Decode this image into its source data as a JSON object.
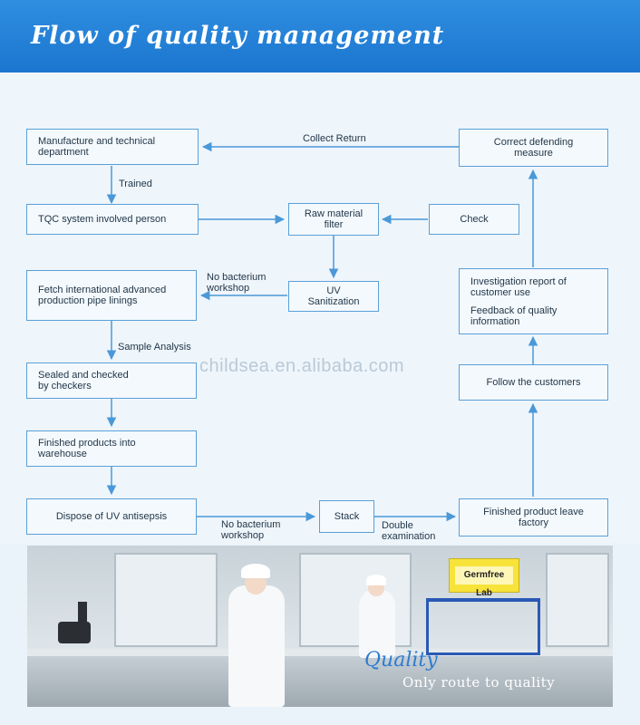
{
  "header": {
    "title": "Flow of quality management"
  },
  "flow": {
    "boxes": {
      "manufacture": "Manufacture and technical\ndepartment",
      "tqc": "TQC system involved person",
      "raw_material": "Raw material\nfilter",
      "check": "Check",
      "correct": "Correct defending\nmeasure",
      "fetch": "Fetch international advanced\nproduction pipe linings",
      "uv_sanitization": "UV\nSanitization",
      "investigation": "Investigation report of\ncustomer use",
      "feedback": "Feedback of quality\ninformation",
      "sealed": "Sealed and checked\nby checkers",
      "follow": "Follow the customers",
      "finished_warehouse": "Finished products into\nwarehouse",
      "dispose": "Dispose of UV antisepsis",
      "stack": "Stack",
      "finished_leave": "Finished product leave\nfactory"
    },
    "labels": {
      "collect_return": "Collect  Return",
      "trained": "Trained",
      "no_bacterium_1": "No bacterium\nworkshop",
      "sample_analysis": "Sample Analysis",
      "no_bacterium_2": "No bacterium\nworkshop",
      "double_examination": "Double\nexamination"
    }
  },
  "watermark": "childsea.en.alibaba.com",
  "photo": {
    "sign_text": "Germfree Lab",
    "tagline_title": "Quality",
    "tagline_sub": "Only route to quality"
  },
  "colors": {
    "header_blue": "#1b76cf",
    "box_border": "#5aa0d8",
    "arrow_blue": "#4a98d8"
  }
}
